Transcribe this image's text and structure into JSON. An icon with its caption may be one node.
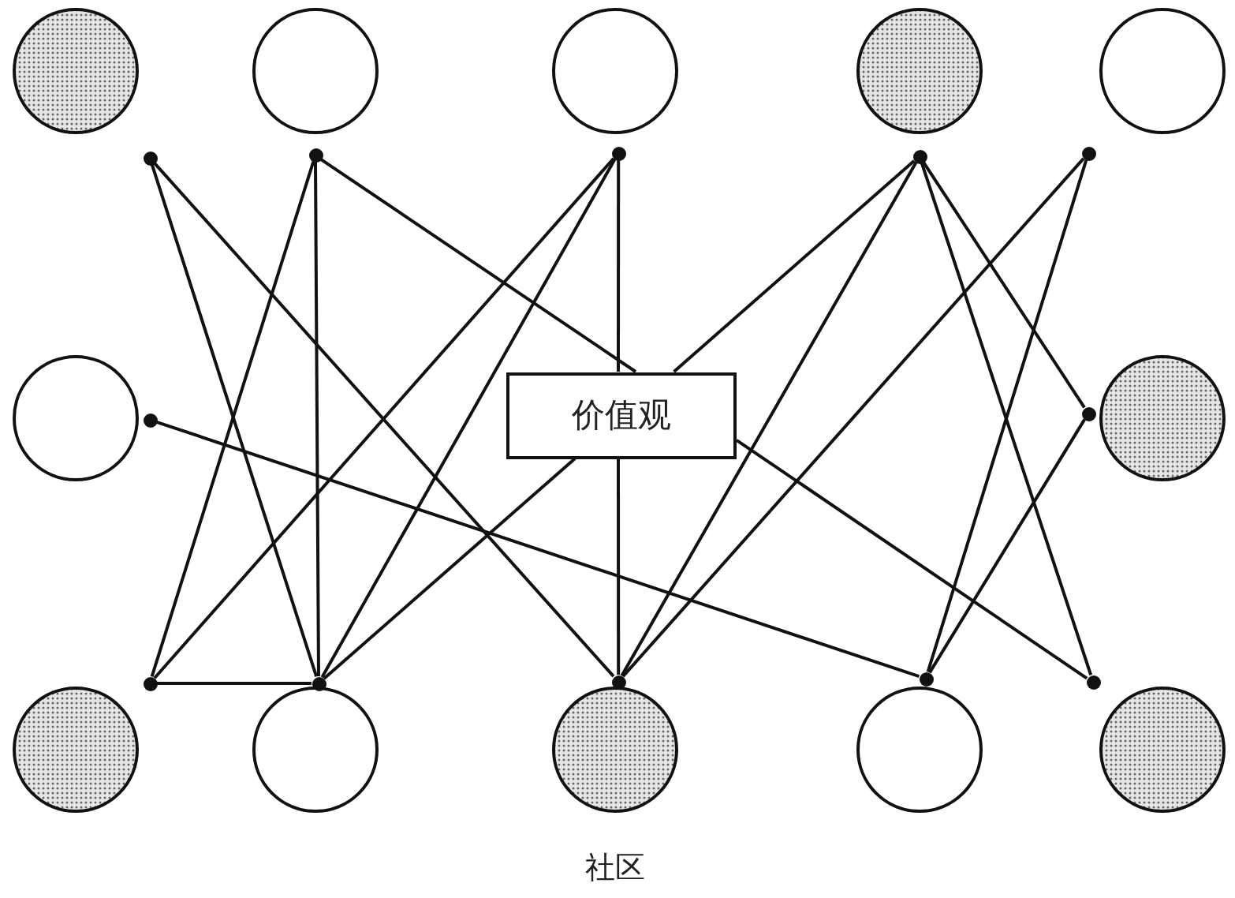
{
  "diagram": {
    "caption": "社区",
    "nodes": [
      {
        "text": [],
        "shape": "circle"
      },
      {
        "text": [],
        "shape": "circle"
      },
      {
        "text": [],
        "shape": "circle"
      },
      {
        "text": [],
        "shape": "circle"
      },
      {
        "text": [],
        "shape": "circle"
      },
      {
        "text": [],
        "shape": "dot"
      },
      {
        "text": [],
        "shape": "dot"
      },
      {
        "text": [],
        "shape": "dot"
      },
      {
        "text": [],
        "shape": "dot"
      },
      {
        "text": [],
        "shape": "dot"
      },
      {
        "text": [],
        "shape": "circle"
      },
      {
        "text": [],
        "shape": "dot"
      },
      {
        "text": [
          "价值观"
        ]
      },
      {
        "text": [],
        "shape": "dot"
      },
      {
        "text": [],
        "shape": "circle"
      },
      {
        "text": [],
        "shape": "dot"
      },
      {
        "text": [],
        "shape": "dot"
      },
      {
        "text": [],
        "shape": "dot"
      },
      {
        "text": [],
        "shape": "dot"
      },
      {
        "text": [],
        "shape": "dot"
      },
      {
        "text": [],
        "shape": "circle"
      },
      {
        "text": [],
        "shape": "circle"
      },
      {
        "text": [],
        "shape": "circle"
      },
      {
        "text": [],
        "shape": "circle"
      },
      {
        "text": [],
        "shape": "circle"
      }
    ],
    "edges": [
      {
        "from": 5,
        "to": 16,
        "arrow": "none"
      },
      {
        "from": 5,
        "to": 17,
        "arrow": "none"
      },
      {
        "from": 6,
        "to": 15,
        "arrow": "none"
      },
      {
        "from": 6,
        "to": 16,
        "arrow": "none"
      },
      {
        "from": 6,
        "to": 12,
        "arrow": "none"
      },
      {
        "from": 7,
        "to": 15,
        "arrow": "none"
      },
      {
        "from": 7,
        "to": 16,
        "arrow": "none"
      },
      {
        "from": 7,
        "to": 12,
        "arrow": "none"
      },
      {
        "from": 8,
        "to": 12,
        "arrow": "none"
      },
      {
        "from": 8,
        "to": 17,
        "arrow": "none"
      },
      {
        "from": 8,
        "to": 19,
        "arrow": "none"
      },
      {
        "from": 8,
        "to": 13,
        "arrow": "none"
      },
      {
        "from": 9,
        "to": 17,
        "arrow": "none"
      },
      {
        "from": 9,
        "to": 18,
        "arrow": "none"
      },
      {
        "from": 11,
        "to": 18,
        "arrow": "none"
      },
      {
        "from": 13,
        "to": 18,
        "arrow": "none"
      },
      {
        "from": 15,
        "to": 16,
        "arrow": "none"
      },
      {
        "from": 12,
        "to": 16,
        "arrow": "none"
      },
      {
        "from": 12,
        "to": 17,
        "arrow": "none"
      },
      {
        "from": 12,
        "to": 19,
        "arrow": "none"
      }
    ]
  }
}
